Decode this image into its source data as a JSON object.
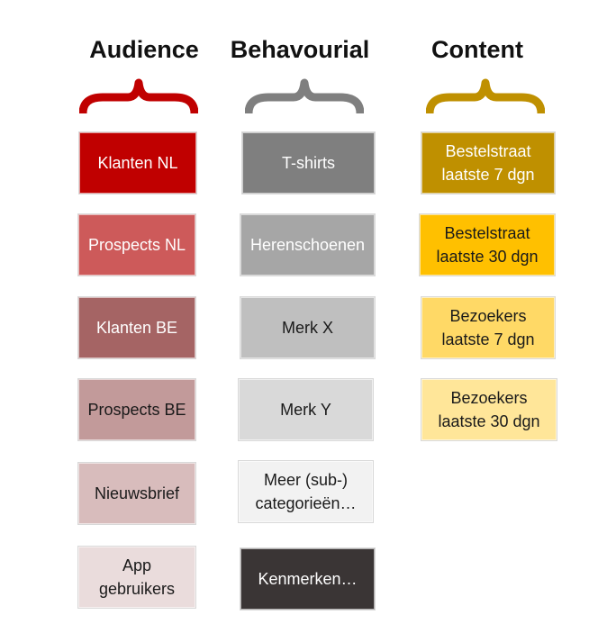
{
  "columns": [
    {
      "heading": "Audience",
      "brace_color": "#c00000",
      "items": [
        {
          "label": "Klanten NL",
          "bg": "#c00000",
          "fg": "#ffffff"
        },
        {
          "label": "Prospects NL",
          "bg": "#cd5a5a",
          "fg": "#ffffff"
        },
        {
          "label": "Klanten BE",
          "bg": "#a56464",
          "fg": "#ffffff"
        },
        {
          "label": "Prospects BE",
          "bg": "#c29a9a",
          "fg": "#1a1a1a"
        },
        {
          "label": "Nieuwsbrief",
          "bg": "#d8bcbc",
          "fg": "#1a1a1a"
        },
        {
          "label": "App\ngebruikers",
          "bg": "#eadcdc",
          "fg": "#1a1a1a"
        }
      ]
    },
    {
      "heading": "Behavourial",
      "brace_color": "#7f7f7f",
      "items": [
        {
          "label": "T-shirts",
          "bg": "#7f7f7f",
          "fg": "#ffffff"
        },
        {
          "label": "Herenschoenen",
          "bg": "#a6a6a6",
          "fg": "#ffffff"
        },
        {
          "label": "Merk X",
          "bg": "#bfbfbf",
          "fg": "#1a1a1a"
        },
        {
          "label": "Merk Y",
          "bg": "#d9d9d9",
          "fg": "#1a1a1a"
        },
        {
          "label": "Meer (sub-)\ncategorieën…",
          "bg": "#f2f2f2",
          "fg": "#1a1a1a"
        },
        {
          "label": "Kenmerken…",
          "bg": "#3a3535",
          "fg": "#ffffff"
        }
      ]
    },
    {
      "heading": "Content",
      "brace_color": "#bf9000",
      "items": [
        {
          "label": "Bestelstraat\nlaatste 7 dgn",
          "bg": "#bf9000",
          "fg": "#ffffff"
        },
        {
          "label": "Bestelstraat\nlaatste 30 dgn",
          "bg": "#ffc000",
          "fg": "#1a1a1a"
        },
        {
          "label": "Bezoekers\nlaatste 7 dgn",
          "bg": "#ffd966",
          "fg": "#1a1a1a"
        },
        {
          "label": "Bezoekers\nlaatste 30 dgn",
          "bg": "#ffe699",
          "fg": "#1a1a1a"
        }
      ]
    }
  ]
}
